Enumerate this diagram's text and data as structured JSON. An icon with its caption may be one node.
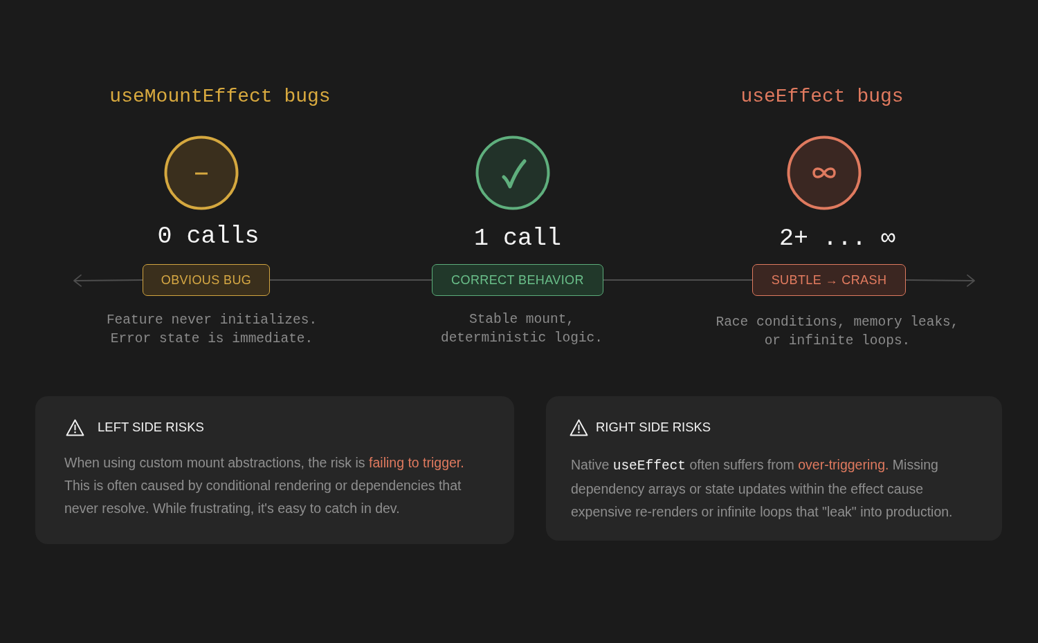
{
  "diagram": {
    "nodes": [
      {
        "text": [
          "OBVIOUS BUG"
        ],
        "beside": [
          "0 calls",
          "Feature never initializes. Error state is immediate."
        ]
      },
      {
        "text": [
          "CORRECT BEHAVIOR"
        ],
        "beside": [
          "1 call",
          "Stable mount, deterministic logic."
        ]
      },
      {
        "text": [
          "SUBTLE → CRASH"
        ],
        "beside": [
          "2+ ... ∞",
          "Race conditions, memory leaks, or infinite loops."
        ]
      },
      {
        "text": [
          "LEFT SIDE RISKS",
          "When using custom mount abstractions, the risk is **failing to trigger.** This is often caused by conditional rendering or dependencies that never resolve. While frustrating, it's easy to catch in dev."
        ]
      },
      {
        "text": [
          "RIGHT SIDE RISKS",
          "Native *useEffect* often suffers from **over-triggering.** Missing dependency arrays or state updates within the effect cause expensive re-renders or infinite loops that \"leak\" into production."
        ]
      }
    ],
    "edges": [
      {
        "from": 0,
        "to": null,
        "arrow": "to"
      },
      {
        "from": 0,
        "to": 1,
        "arrow": "none"
      },
      {
        "from": 1,
        "to": 2,
        "arrow": "none"
      },
      {
        "from": 2,
        "to": null,
        "arrow": "to"
      }
    ],
    "labels": [
      "useMountEffect bugs",
      "useEffect bugs"
    ]
  }
}
